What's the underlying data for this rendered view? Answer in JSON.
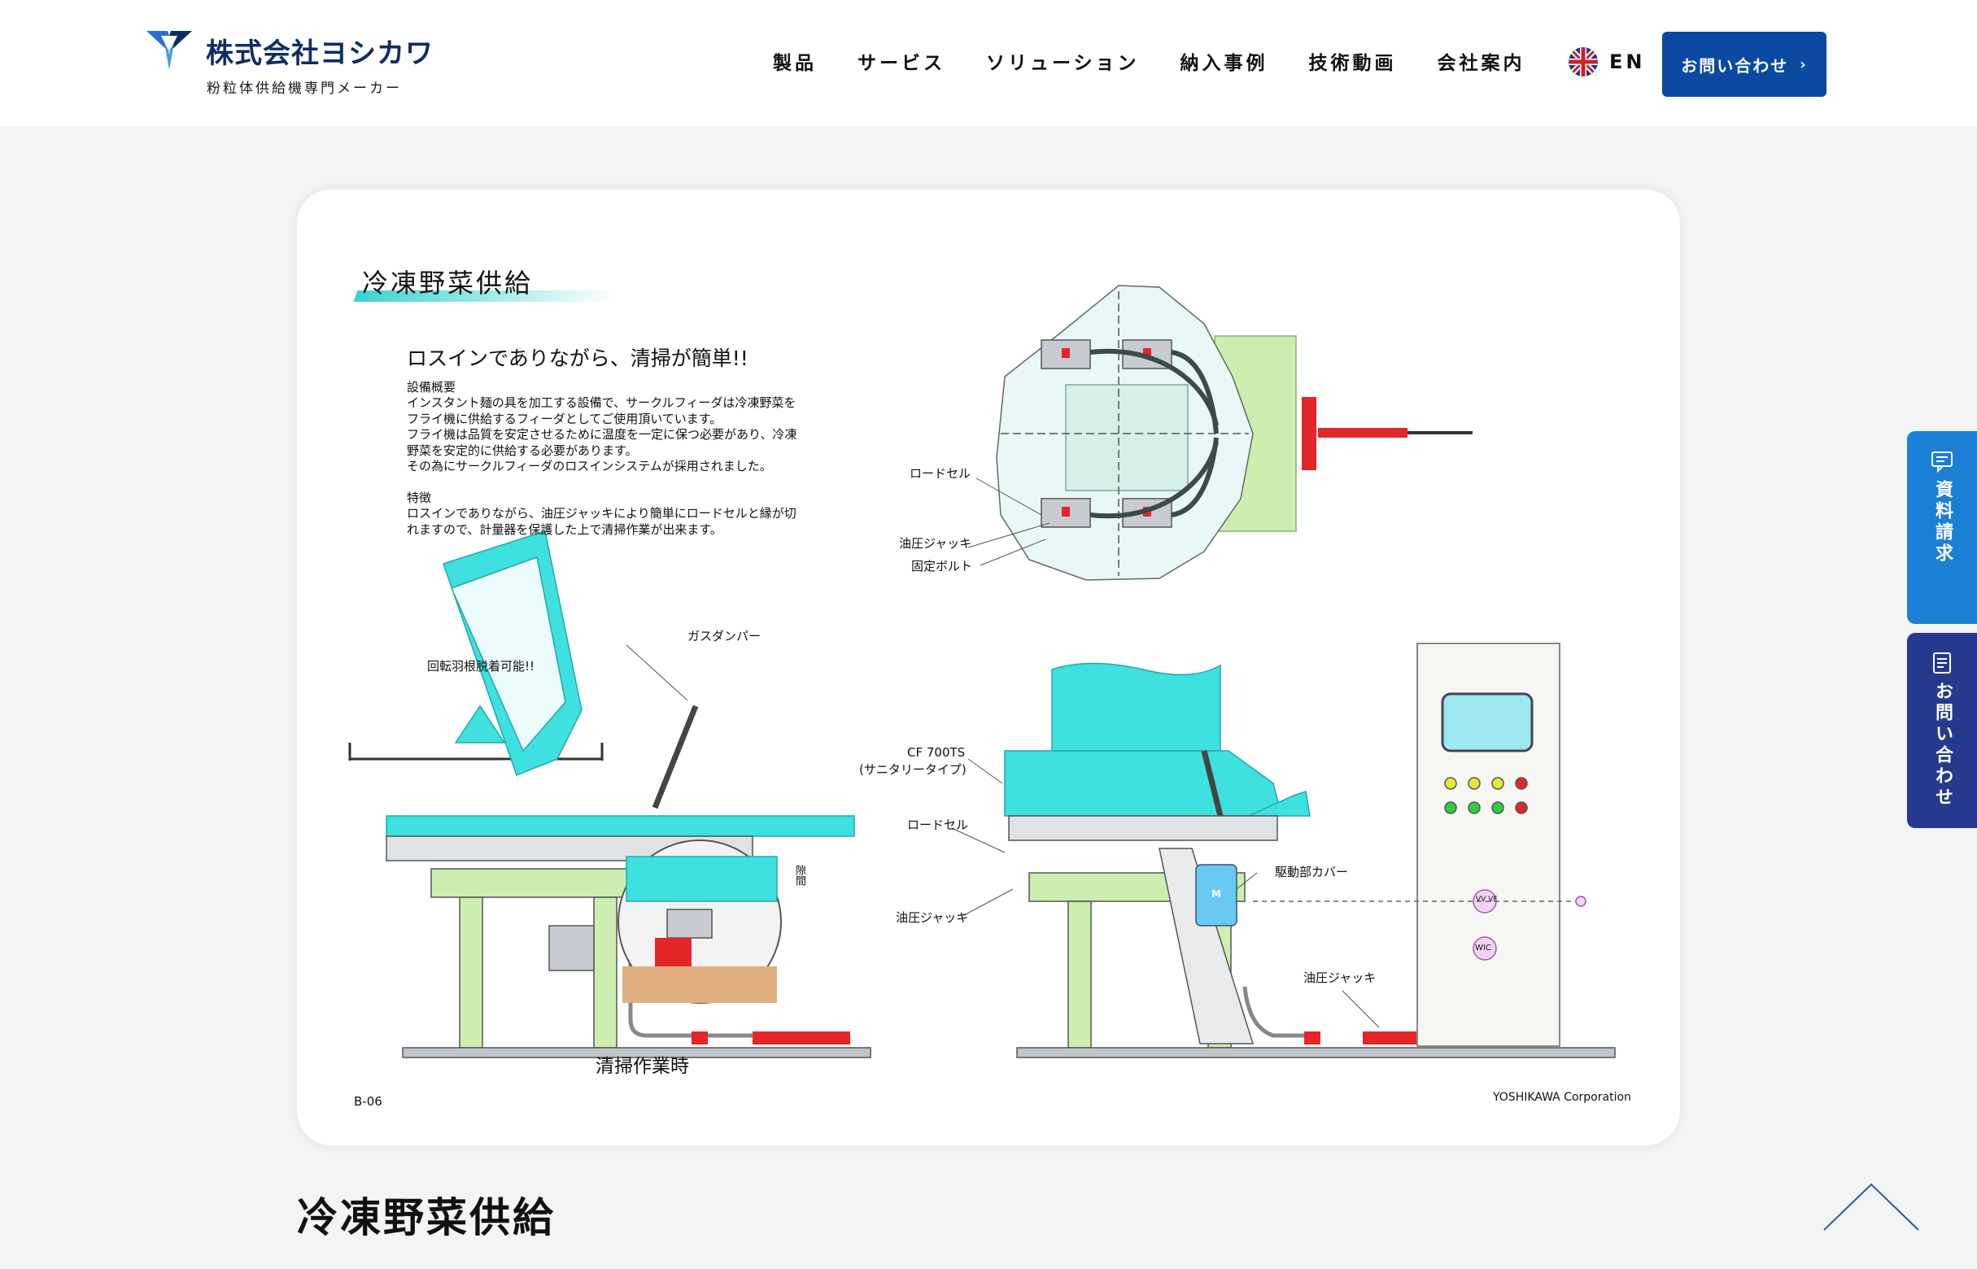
{
  "header": {
    "logo": {
      "name": "株式会社ヨシカワ",
      "sub": "粉粒体供給機専門メーカー"
    },
    "nav": [
      "製品",
      "サービス",
      "ソリューション",
      "納入事例",
      "技術動画",
      "会社案内"
    ],
    "lang_label": "EN",
    "contact_label": "お問い合わせ"
  },
  "diagram": {
    "title": "冷凍野菜供給",
    "heading": "ロスインでありながら、清掃が簡単!!",
    "overview_label": "設備概要",
    "overview_text": "インスタント麺の具を加工する設備で、サークルフィーダは冷凍野菜を\nフライ機に供給するフィーダとしてご使用頂いています。\nフライ機は品質を安定させるために温度を一定に保つ必要があり、冷凍\n野菜を安定的に供給する必要があります。\nその為にサークルフィーダのロスインシステムが採用されました。",
    "feature_label": "特徴",
    "feature_text": "ロスインでありながら、油圧ジャッキにより簡単にロードセルと縁が切\nれますので、計量器を保護した上で清掃作業が出来ます。",
    "labels": {
      "load_cell": "ロードセル",
      "jack": "油圧ジャッキ",
      "bolt": "固定ボルト",
      "gas_damper": "ガスダンパー",
      "blade": "回転羽根脱着可能!!",
      "model": "CF 700TS",
      "model_sub": "(サニタリータイプ)",
      "drive_cover": "駆動部カバー",
      "gap": "隙間",
      "motor": "M",
      "vvvf": "VV VF",
      "wic": "WIC"
    },
    "caption": "清掃作業時",
    "code": "B-06",
    "corp": "YOSHIKAWA Corporation"
  },
  "page_title": "冷凍野菜供給",
  "side_tabs": [
    "資料請求",
    "お問い合わせ"
  ],
  "colors": {
    "accent": "#0b4aa0",
    "cyan": "#3ee0e0",
    "green": "#cdeeb0",
    "red": "#e3262a"
  }
}
